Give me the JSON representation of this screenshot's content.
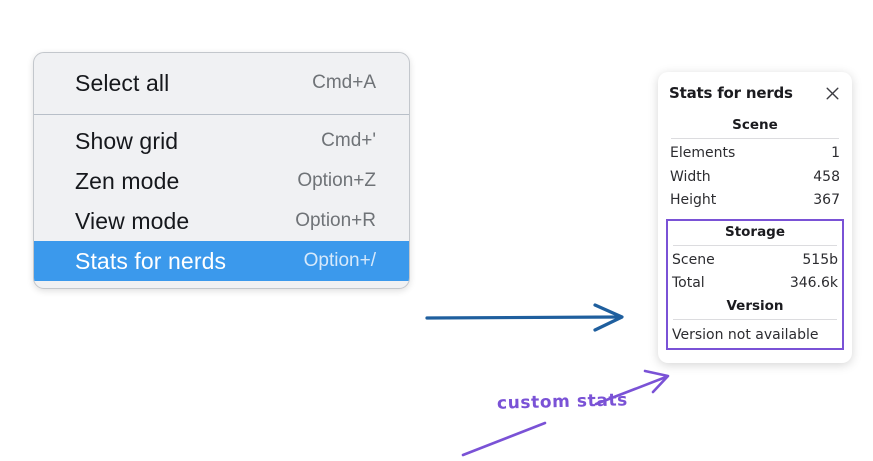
{
  "context_menu": {
    "groups": [
      {
        "items": [
          {
            "label": "Select all",
            "shortcut": "Cmd+A",
            "selected": false
          }
        ]
      },
      {
        "items": [
          {
            "label": "Show grid",
            "shortcut": "Cmd+'",
            "selected": false
          },
          {
            "label": "Zen mode",
            "shortcut": "Option+Z",
            "selected": false
          },
          {
            "label": "View mode",
            "shortcut": "Option+R",
            "selected": false
          },
          {
            "label": "Stats for nerds",
            "shortcut": "Option+/",
            "selected": true
          }
        ]
      }
    ]
  },
  "stats_panel": {
    "title": "Stats for nerds",
    "close_icon": "close-icon",
    "scene": {
      "heading": "Scene",
      "rows": [
        {
          "key": "Elements",
          "value": "1"
        },
        {
          "key": "Width",
          "value": "458"
        },
        {
          "key": "Height",
          "value": "367"
        }
      ]
    },
    "storage": {
      "heading": "Storage",
      "rows": [
        {
          "key": "Scene",
          "value": "515b"
        },
        {
          "key": "Total",
          "value": "346.6k"
        }
      ]
    },
    "version": {
      "heading": "Version",
      "text": "Version not available"
    }
  },
  "annotations": {
    "custom_stats_label": "custom stats",
    "arrow_colors": {
      "flow_arrow": "#1f5f9e",
      "annotation": "#7a52d6"
    }
  },
  "colors": {
    "menu_background": "#f0f1f3",
    "menu_selected": "#3b99ec",
    "panel_background": "#ffffff",
    "annotation_purple": "#7a52d6",
    "arrow_blue": "#1f5f9e",
    "page_background": "#ffffff"
  }
}
